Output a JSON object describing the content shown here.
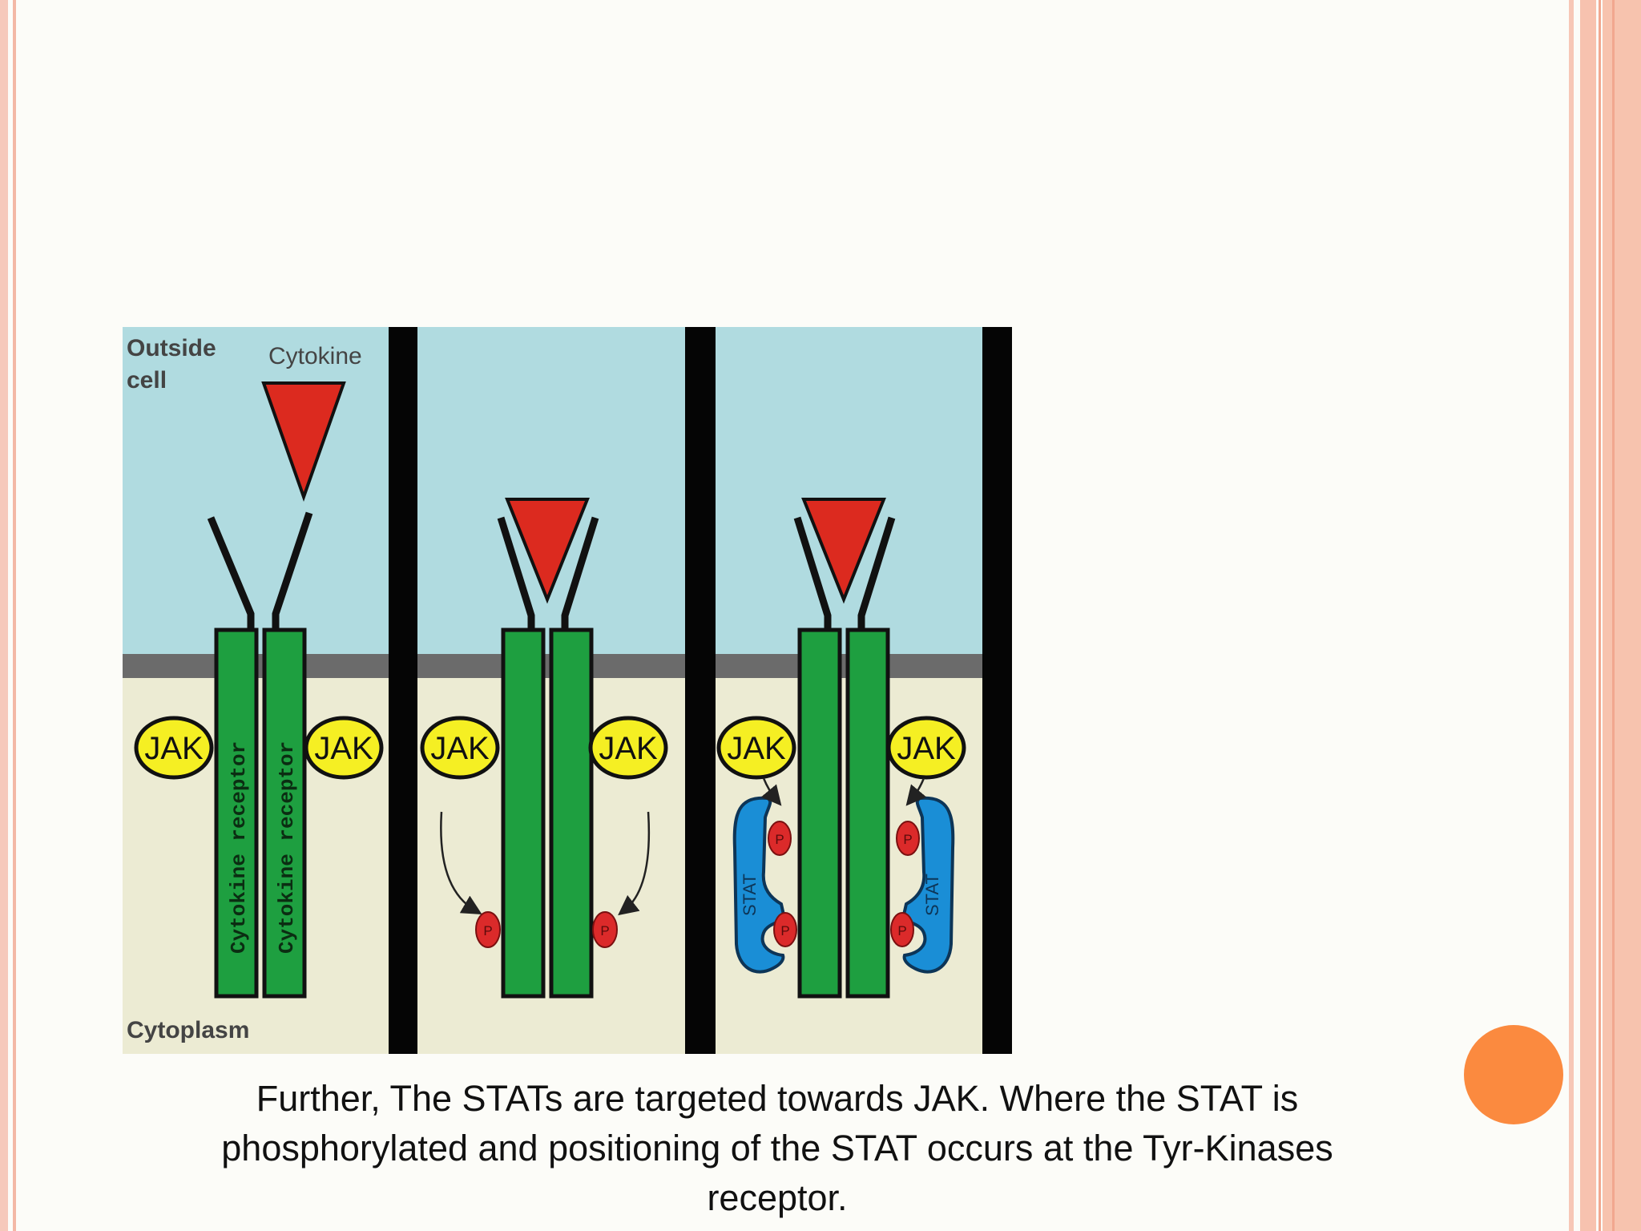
{
  "diagram": {
    "labels": {
      "outside_line1": "Outside",
      "outside_line2": "cell",
      "cytokine": "Cytokine",
      "cytoplasm": "Cytoplasm",
      "receptor": "Cytokine receptor",
      "jak": "JAK",
      "phosphate": "P",
      "stat": "STAT"
    },
    "colors": {
      "outside": "#b0dbe0",
      "cytoplasm": "#ecebd3",
      "membrane": "#6b6b6b",
      "divider": "#050505",
      "receptor": "#1e9f40",
      "cytokine": "#dc2a1f",
      "jak": "#f5ef23",
      "stat": "#1a8ed6",
      "phosphate": "#db2a2a"
    },
    "panels": [
      {
        "id": "panel-1"
      },
      {
        "id": "panel-2"
      },
      {
        "id": "panel-3"
      }
    ]
  },
  "caption": {
    "line1": "Further, The STATs are targeted towards JAK. Where the STAT is",
    "line2": "phosphorylated and positioning of the STAT occurs at the Tyr-Kinases",
    "line3": "receptor."
  }
}
